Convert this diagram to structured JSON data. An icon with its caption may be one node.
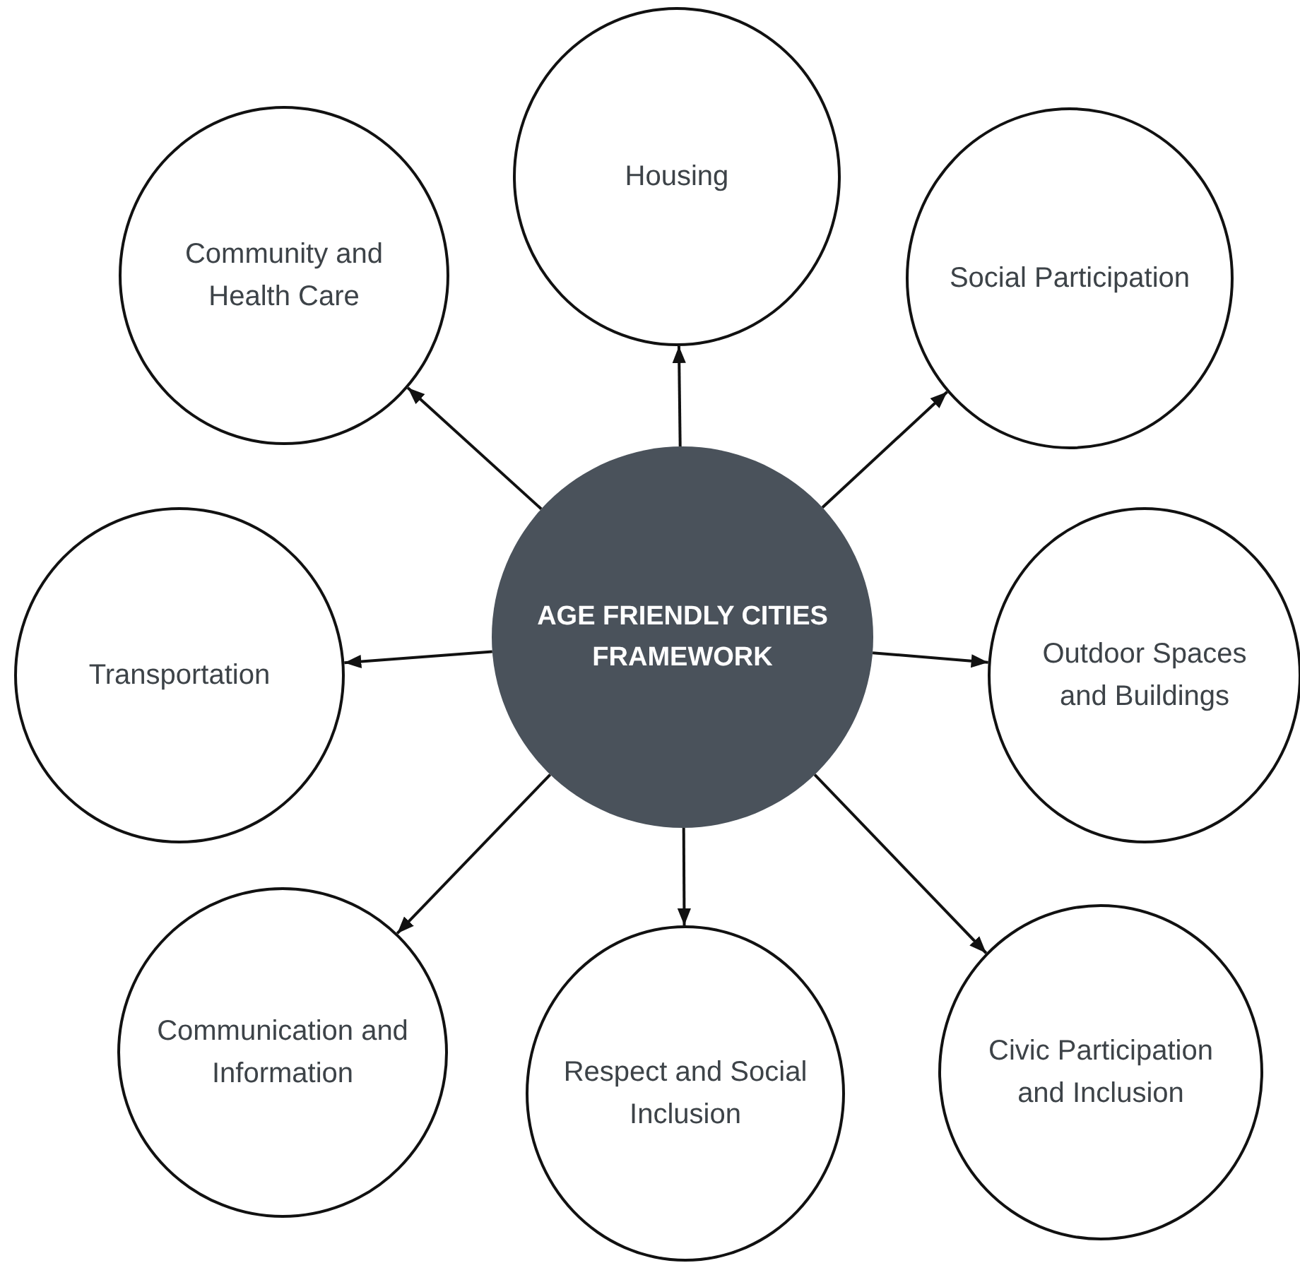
{
  "diagram": {
    "nodes": [
      {
        "text": [
          "AGE FRIENDLY CITIES FRAMEWORK"
        ]
      },
      {
        "text": [
          "Housing"
        ]
      },
      {
        "text": [
          "Community and Health Care"
        ]
      },
      {
        "text": [
          "Social Participation"
        ]
      },
      {
        "text": [
          "Transportation"
        ]
      },
      {
        "text": [
          "Outdoor Spaces and Buildings"
        ]
      },
      {
        "text": [
          "Communication and Information"
        ]
      },
      {
        "text": [
          "Respect and Social Inclusion"
        ]
      },
      {
        "text": [
          "Civic Participation and Inclusion"
        ]
      }
    ],
    "edges": [
      {
        "from": 0,
        "to": 1,
        "arrow": "to"
      },
      {
        "from": 0,
        "to": 2,
        "arrow": "to"
      },
      {
        "from": 0,
        "to": 3,
        "arrow": "to"
      },
      {
        "from": 0,
        "to": 4,
        "arrow": "to"
      },
      {
        "from": 0,
        "to": 5,
        "arrow": "to"
      },
      {
        "from": 0,
        "to": 6,
        "arrow": "to"
      },
      {
        "from": 0,
        "to": 7,
        "arrow": "to"
      },
      {
        "from": 0,
        "to": 8,
        "arrow": "to"
      }
    ]
  }
}
